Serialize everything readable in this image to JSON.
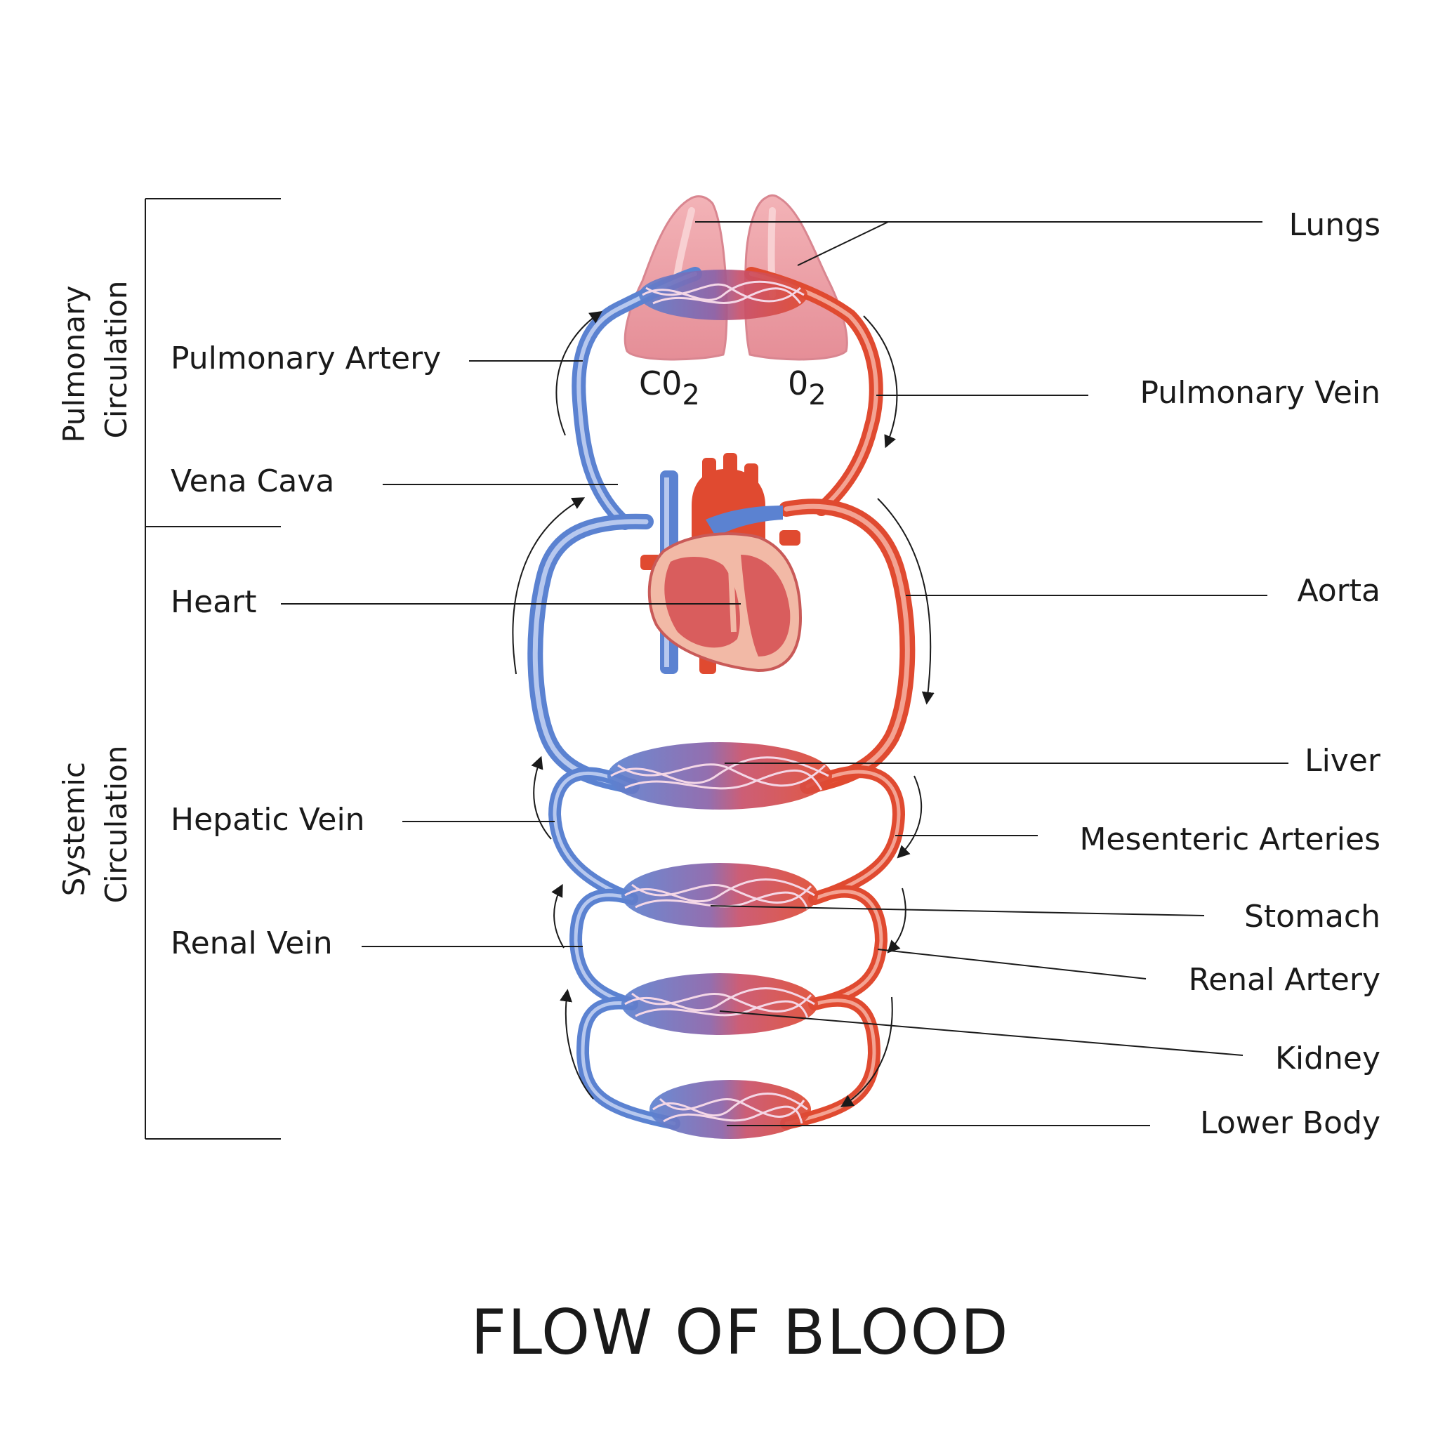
{
  "title": "FLOW OF BLOOD",
  "sections": {
    "pulmonary": [
      "Pulmonary",
      "Circulation"
    ],
    "systemic": [
      "Systemic",
      "Circulation"
    ]
  },
  "gases": {
    "co2": "C0",
    "co2_sub": "2",
    "o2": "0",
    "o2_sub": "2"
  },
  "left_labels": {
    "pulmonary_artery": "Pulmonary Artery",
    "vena_cava": "Vena Cava",
    "heart": "Heart",
    "hepatic_vein": "Hepatic Vein",
    "renal_vein": "Renal Vein"
  },
  "right_labels": {
    "lungs": "Lungs",
    "pulmonary_vein": "Pulmonary Vein",
    "aorta": "Aorta",
    "liver": "Liver",
    "mesenteric_arteries": "Mesenteric Arteries",
    "stomach": "Stomach",
    "renal_artery": "Renal Artery",
    "kidney": "Kidney",
    "lower_body": "Lower Body"
  },
  "colors": {
    "vein": "#5b82d1",
    "vein_light": "#b7c8ee",
    "artery": "#e04a30",
    "artery_light": "#f3a393",
    "lung": "#eda2a6",
    "lung_dark": "#d98690",
    "heart": "#d95d5d",
    "heart_light": "#f2b9a6",
    "ink": "#1a1a1a"
  }
}
